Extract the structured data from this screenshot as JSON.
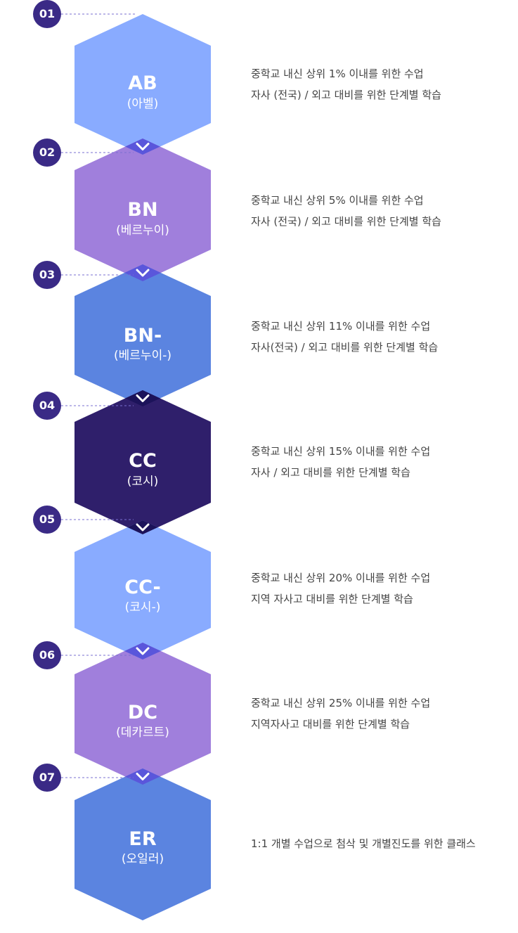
{
  "levels": [
    {
      "num": "01",
      "title": "AB",
      "sub": "(아벨)",
      "color": "#89abff",
      "desc": [
        "중학교 내신 상위 1% 이내를 위한 수업",
        "자사 (전국) / 외고 대비를 위한 단계별 학습"
      ]
    },
    {
      "num": "02",
      "title": "BN",
      "sub": "(베르누이)",
      "color": "#a07fdc",
      "desc": [
        "중학교 내신 상위 5% 이내를 위한 수업",
        "자사 (전국) / 외고 대비를 위한 단계별 학습"
      ]
    },
    {
      "num": "03",
      "title": "BN-",
      "sub": "(베르누이-)",
      "color": "#5b84e0",
      "desc": [
        "중학교 내신 상위 11% 이내를 위한 수업",
        "자사(전국) / 외고 대비를 위한 단계별 학습"
      ]
    },
    {
      "num": "04",
      "title": "CC",
      "sub": "(코시)",
      "color": "#2f1f6b",
      "desc": [
        "중학교 내신 상위 15% 이내를 위한 수업",
        "자사 / 외고 대비를 위한 단계별 학습"
      ]
    },
    {
      "num": "05",
      "title": "CC-",
      "sub": "(코시-)",
      "color": "#89abff",
      "desc": [
        "중학교 내신 상위 20% 이내를 위한 수업",
        "지역 자사고 대비를 위한 단계별 학습"
      ]
    },
    {
      "num": "06",
      "title": "DC",
      "sub": "(데카르트)",
      "color": "#a07fdc",
      "desc": [
        "중학교 내신 상위 25% 이내를 위한 수업",
        "지역자사고 대비를 위한 단계별 학습"
      ]
    },
    {
      "num": "07",
      "title": "ER",
      "sub": "(오일러)",
      "color": "#5b84e0",
      "desc": [
        "1:1 개별 수업으로 첨삭 및 개별진도를 위한 클래스"
      ]
    }
  ],
  "theme": {
    "badge": "#3a2a86",
    "dash": "#7a6fd0",
    "overlap": "#5a56db",
    "overlap_dark": "#1c135a",
    "chevron_icon": "chevron-down-icon"
  }
}
